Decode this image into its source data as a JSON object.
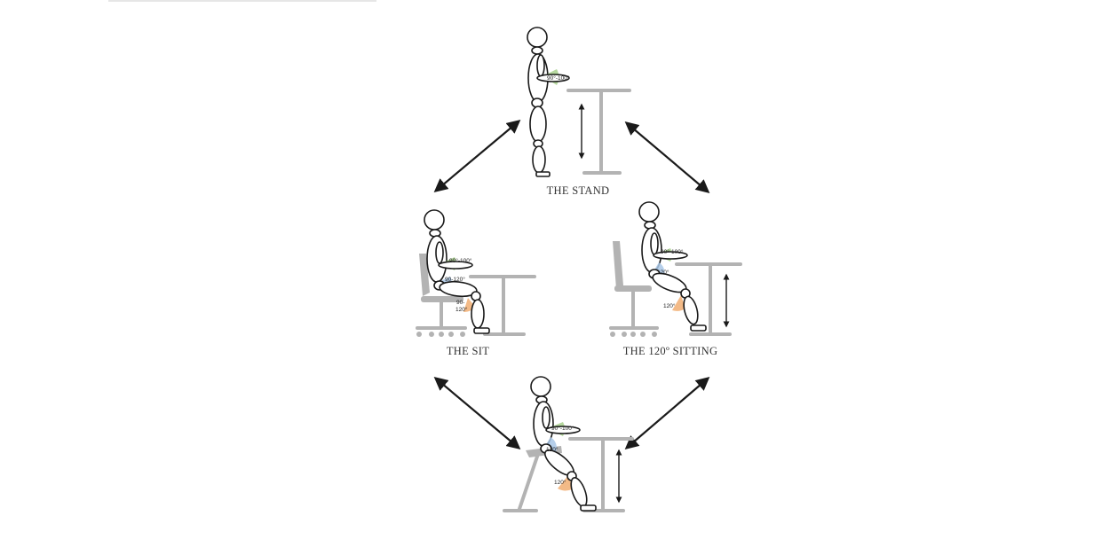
{
  "poses": {
    "stand": {
      "label": "THE STAND",
      "elbow_angle": "90°-100°"
    },
    "sit": {
      "label": "THE SIT",
      "elbow_angle": "90°-100°",
      "hip_angle": "90-120°",
      "knee_angle_top": "90-",
      "knee_angle_bottom": "120°"
    },
    "sitting120": {
      "label": "THE 120º SITTING",
      "elbow_angle": "90°-100°",
      "hip_angle": "120°",
      "knee_angle": "120°"
    },
    "perch": {
      "elbow_angle": "90°-100°",
      "hip_angle": "120°",
      "knee_angle": "120°"
    }
  },
  "colors": {
    "elbow_wedge": "#a8d08d",
    "hip_wedge": "#a9c7e6",
    "knee_wedge": "#f2b27a",
    "furniture": "#b3b3b3",
    "outline": "#1a1a1a"
  }
}
